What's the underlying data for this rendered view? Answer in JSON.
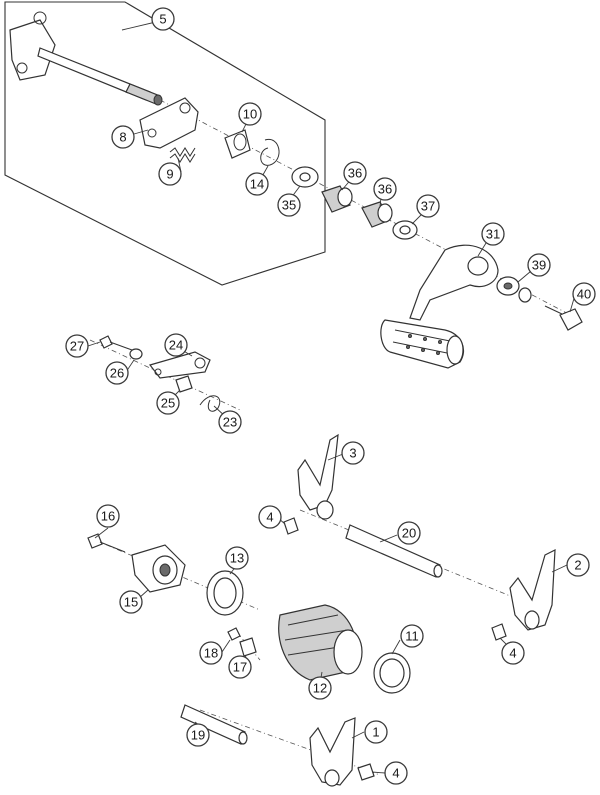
{
  "diagram": {
    "callouts": [
      {
        "id": "c5",
        "label": "5"
      },
      {
        "id": "c8",
        "label": "8"
      },
      {
        "id": "c9",
        "label": "9"
      },
      {
        "id": "c10",
        "label": "10"
      },
      {
        "id": "c14",
        "label": "14"
      },
      {
        "id": "c35",
        "label": "35"
      },
      {
        "id": "c36a",
        "label": "36"
      },
      {
        "id": "c36b",
        "label": "36"
      },
      {
        "id": "c37",
        "label": "37"
      },
      {
        "id": "c31",
        "label": "31"
      },
      {
        "id": "c39",
        "label": "39"
      },
      {
        "id": "c40",
        "label": "40"
      },
      {
        "id": "c27",
        "label": "27"
      },
      {
        "id": "c24",
        "label": "24"
      },
      {
        "id": "c26",
        "label": "26"
      },
      {
        "id": "c25",
        "label": "25"
      },
      {
        "id": "c23",
        "label": "23"
      },
      {
        "id": "c3",
        "label": "3"
      },
      {
        "id": "c4a",
        "label": "4"
      },
      {
        "id": "c20",
        "label": "20"
      },
      {
        "id": "c16",
        "label": "16"
      },
      {
        "id": "c13",
        "label": "13"
      },
      {
        "id": "c2",
        "label": "2"
      },
      {
        "id": "c15",
        "label": "15"
      },
      {
        "id": "c4b",
        "label": "4"
      },
      {
        "id": "c11",
        "label": "11"
      },
      {
        "id": "c18",
        "label": "18"
      },
      {
        "id": "c17",
        "label": "17"
      },
      {
        "id": "c12",
        "label": "12"
      },
      {
        "id": "c19",
        "label": "19"
      },
      {
        "id": "c1",
        "label": "1"
      },
      {
        "id": "c4c",
        "label": "4"
      }
    ]
  }
}
